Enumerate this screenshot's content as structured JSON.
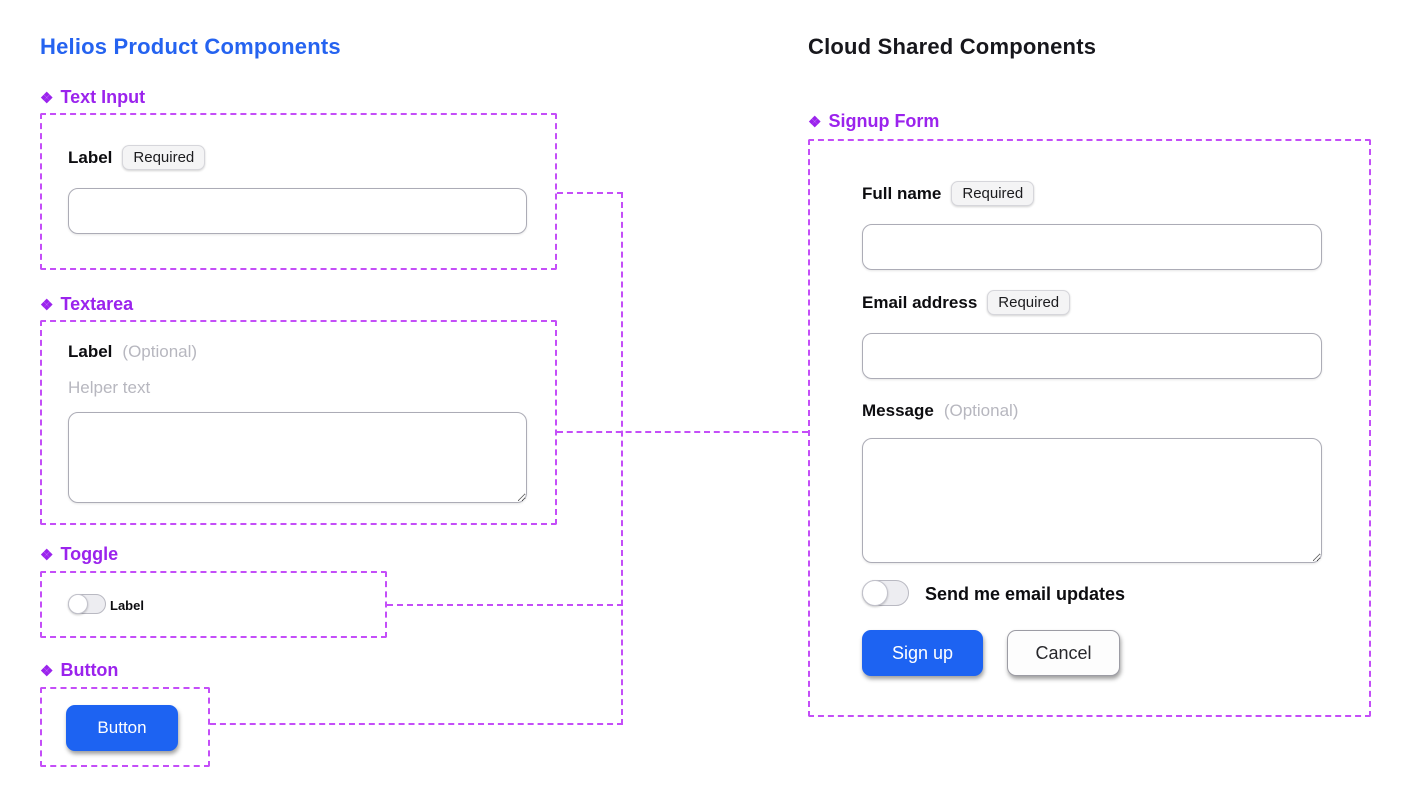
{
  "icons": {
    "component": "❖"
  },
  "colors": {
    "title_blue": "#2563f0",
    "button_blue": "#1d63f2",
    "component_purple": "#9b23ed",
    "dash_purple": "#c44ef8",
    "muted_gray": "#b7b7bf"
  },
  "left_panel": {
    "title": "Helios Product Components",
    "text_input": {
      "section": "Text Input",
      "label": "Label",
      "badge": "Required",
      "value": ""
    },
    "textarea": {
      "section": "Textarea",
      "label": "Label",
      "optional": "(Optional)",
      "helper": "Helper text",
      "value": ""
    },
    "toggle": {
      "section": "Toggle",
      "label": "Label",
      "state": "off"
    },
    "button": {
      "section": "Button",
      "label": "Button"
    }
  },
  "right_panel": {
    "title": "Cloud Shared Components",
    "signup": {
      "section": "Signup Form",
      "full_name": {
        "label": "Full name",
        "badge": "Required",
        "value": ""
      },
      "email": {
        "label": "Email address",
        "badge": "Required",
        "value": ""
      },
      "message": {
        "label": "Message",
        "optional": "(Optional)",
        "value": ""
      },
      "updates_toggle": {
        "label": "Send me email updates",
        "state": "off"
      },
      "submit_label": "Sign up",
      "cancel_label": "Cancel"
    }
  }
}
